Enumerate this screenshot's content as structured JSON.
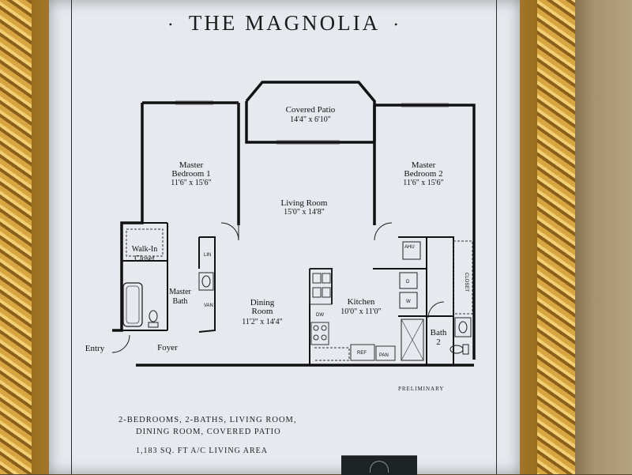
{
  "title": "THE MAGNOLIA",
  "rooms": {
    "patio": {
      "name": "Covered Patio",
      "dims": "14'4\" x 6'10\""
    },
    "master1": {
      "name1": "Master",
      "name2": "Bedroom 1",
      "dims": "11'6\" x 15'6\""
    },
    "master2": {
      "name1": "Master",
      "name2": "Bedroom 2",
      "dims": "11'6\" x 15'6\""
    },
    "living": {
      "name": "Living Room",
      "dims": "15'0\" x 14'8\""
    },
    "walkin": {
      "name1": "Walk-In",
      "name2": "Closet"
    },
    "masterbath": {
      "name1": "Master",
      "name2": "Bath"
    },
    "dining": {
      "name1": "Dining",
      "name2": "Room",
      "dims": "11'2\" x 14'4\""
    },
    "kitchen": {
      "name": "Kitchen",
      "dims": "10'0\" x 11'0\""
    },
    "bath2": {
      "name1": "Bath",
      "name2": "2"
    },
    "foyer": {
      "name": "Foyer"
    },
    "entry": {
      "name": "Entry"
    }
  },
  "fixtures": {
    "lin": "LIN",
    "van": "VAN",
    "dw": "DW",
    "ref": "REF",
    "pan": "PAN",
    "ahu": "AHU",
    "d": "D",
    "w": "W",
    "closet": "CLOSET"
  },
  "preliminary": "PRELIMINARY",
  "description_line1": "2-BEDROOMS, 2-BATHS, LIVING ROOM,",
  "description_line2": "DINING ROOM, COVERED PATIO",
  "living_area": "1,183 SQ. FT A/C LIVING AREA"
}
